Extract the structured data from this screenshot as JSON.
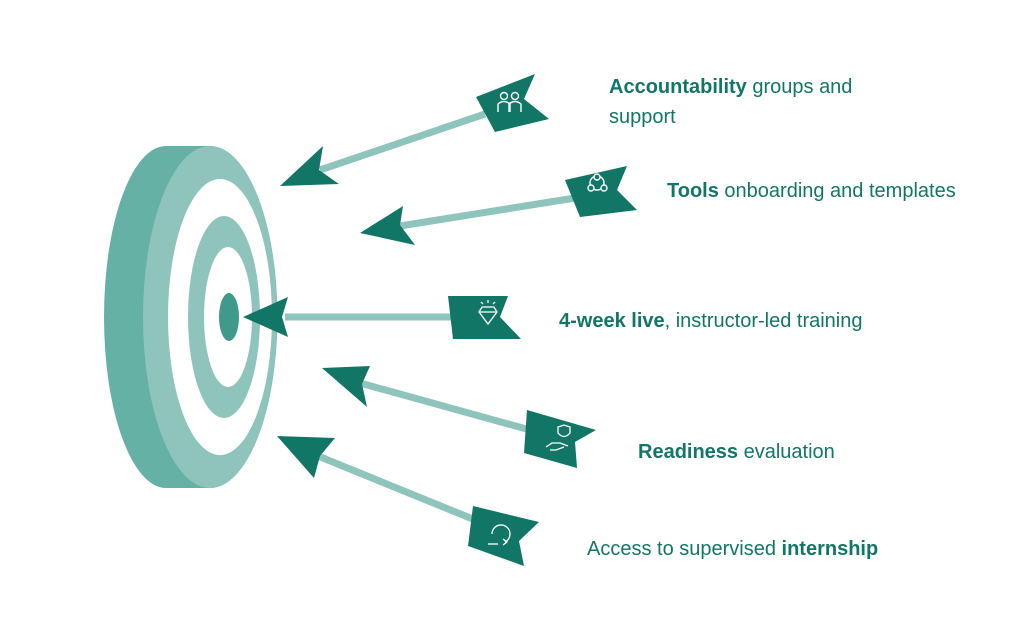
{
  "colors": {
    "dark_green": "#127667",
    "medium_green": "#66b1a6",
    "light_green": "#8ec4bc",
    "white": "#ffffff"
  },
  "items": [
    {
      "bold": "Accountability",
      "rest": " groups and support",
      "icon": "people-icon",
      "bold_first": true
    },
    {
      "bold": "Tools",
      "rest": " onboarding and templates",
      "icon": "network-icon",
      "bold_first": true
    },
    {
      "bold": "4-week live",
      "rest": ", instructor-led training",
      "icon": "diamond-icon",
      "bold_first": true
    },
    {
      "bold": "Readiness",
      "rest": " evaluation",
      "icon": "hand-shield-icon",
      "bold_first": true
    },
    {
      "bold": "internship",
      "rest": "Access to supervised ",
      "icon": "cycle-arrow-icon",
      "bold_first": false
    }
  ]
}
